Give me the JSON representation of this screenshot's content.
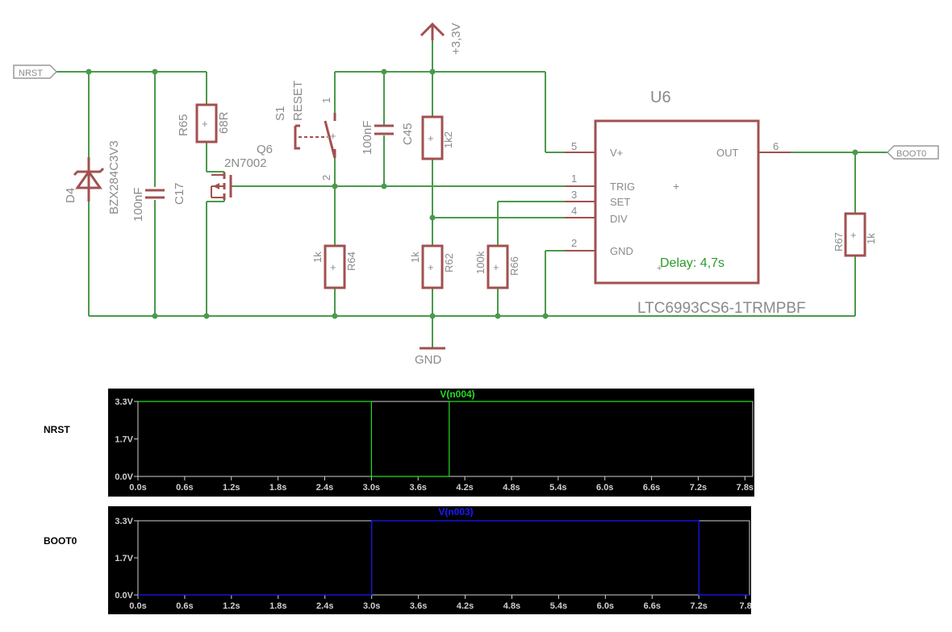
{
  "schematic": {
    "ports": {
      "nrst": "NRST",
      "boot0": "BOOT0"
    },
    "supply": {
      "vcc": "+3,3V",
      "gnd": "GND"
    },
    "components": {
      "d4": {
        "ref": "D4",
        "value": "BZX284C3V3"
      },
      "c17": {
        "ref": "C17",
        "value": "100nF"
      },
      "r65": {
        "ref": "R65",
        "value": "68R"
      },
      "q6": {
        "ref": "Q6",
        "value": "2N7002"
      },
      "s1": {
        "ref": "S1",
        "value": "RESET",
        "pin1": "1",
        "pin2": "2"
      },
      "c45": {
        "ref": "C45",
        "value": "100nF"
      },
      "r_top": {
        "ref": "",
        "value": "1k2"
      },
      "r64": {
        "ref": "R64",
        "value": "1k"
      },
      "r62": {
        "ref": "R62",
        "value": "1k"
      },
      "r66": {
        "ref": "R66",
        "value": "100k"
      },
      "r67": {
        "ref": "R67",
        "value": "1k"
      }
    },
    "ic": {
      "ref": "U6",
      "part": "LTC6993CS6-1TRMPBF",
      "annotation": "Delay: 4,7s",
      "pins": [
        {
          "num": "5",
          "name": "V+"
        },
        {
          "num": "1",
          "name": "TRIG"
        },
        {
          "num": "3",
          "name": "SET"
        },
        {
          "num": "4",
          "name": "DIV"
        },
        {
          "num": "2",
          "name": "GND"
        },
        {
          "num": "6",
          "name": "OUT"
        }
      ]
    }
  },
  "plots": {
    "nrst": {
      "label": "NRST",
      "trace": "V(n004)",
      "color": "#22dd22"
    },
    "boot0": {
      "label": "BOOT0",
      "trace": "V(n003)",
      "color": "#1a1aff"
    }
  },
  "chart_data": [
    {
      "type": "line",
      "title": "V(n004)",
      "series": [
        {
          "name": "V(n004)",
          "x": [
            0,
            3.0,
            3.0,
            4.0,
            4.0,
            7.9
          ],
          "y": [
            3.3,
            3.3,
            0.0,
            0.0,
            3.3,
            3.3
          ]
        }
      ],
      "y_ticks": [
        "3.3V",
        "1.7V",
        "0.0V"
      ],
      "x_ticks": [
        "0.0s",
        "0.6s",
        "1.2s",
        "1.8s",
        "2.4s",
        "3.0s",
        "3.6s",
        "4.2s",
        "4.8s",
        "5.4s",
        "6.0s",
        "6.6s",
        "7.2s",
        "7.8s"
      ],
      "xlim": [
        0,
        7.9
      ],
      "ylim": [
        0,
        3.3
      ],
      "grid": false
    },
    {
      "type": "line",
      "title": "V(n003)",
      "series": [
        {
          "name": "V(n003)",
          "x": [
            0,
            3.0,
            3.0,
            7.2,
            7.2,
            7.85
          ],
          "y": [
            0.0,
            0.0,
            3.3,
            3.3,
            0.0,
            0.0
          ]
        }
      ],
      "y_ticks": [
        "3.3V",
        "1.7V",
        "0.0V"
      ],
      "x_ticks": [
        "0.0s",
        "0.6s",
        "1.2s",
        "1.8s",
        "2.4s",
        "3.0s",
        "3.6s",
        "4.2s",
        "4.8s",
        "5.4s",
        "6.0s",
        "6.6s",
        "7.2s",
        "7.8"
      ],
      "xlim": [
        0,
        7.85
      ],
      "ylim": [
        0,
        3.3
      ],
      "grid": false
    }
  ]
}
